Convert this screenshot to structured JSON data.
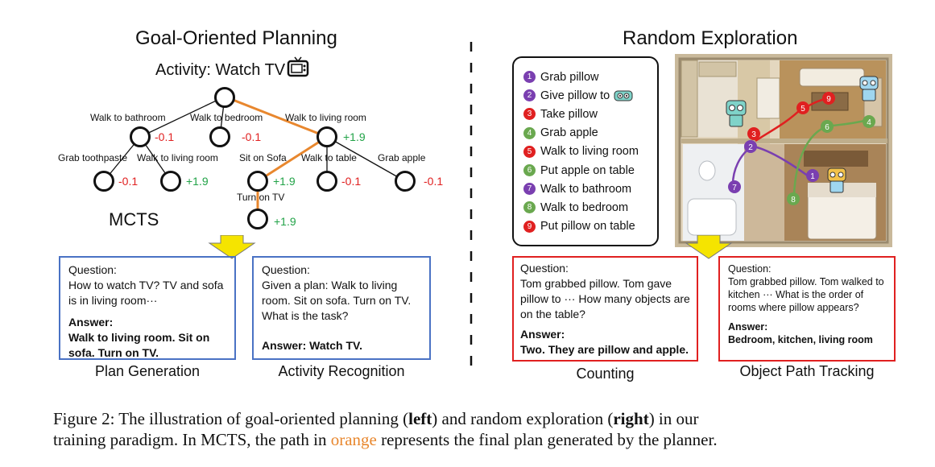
{
  "left": {
    "title": "Goal-Oriented Planning",
    "activity": "Activity: Watch TV",
    "tv_icon": "tv-icon",
    "mcts_label": "MCTS",
    "edges": {
      "walk_bathroom": "Walk to bathroom",
      "walk_bedroom": "Walk to bedroom",
      "walk_living": "Walk to living room",
      "grab_toothpaste": "Grab toothpaste",
      "walk_living2": "Walk to living room",
      "sit_sofa": "Sit on Sofa",
      "walk_table": "Walk to table",
      "grab_apple": "Grab apple",
      "turn_tv": "Turn on TV"
    },
    "scores": {
      "bathroom": "-0.1",
      "bedroom": "-0.1",
      "living": "+1.9",
      "toothpaste": "-0.1",
      "living2": "+1.9",
      "sofa": "+1.9",
      "table": "-0.1",
      "apple": "-0.1",
      "tv": "+1.9"
    },
    "plan_box": {
      "question_label": "Question:",
      "question": "How to watch TV? TV and sofa is in living room···",
      "answer_label": "Answer:",
      "answer": "Walk to living room. Sit on sofa. Turn on TV."
    },
    "plan_caption": "Plan Generation",
    "act_box": {
      "question_label": "Question:",
      "question": "Given a plan: Walk to living room. Sit on sofa. Turn on TV. What is the task?",
      "answer": "Answer: Watch TV."
    },
    "act_caption": "Activity Recognition"
  },
  "right": {
    "title": "Random Exploration",
    "legend": [
      {
        "num": "1",
        "text": "Grab pillow",
        "color": "#7a3fb0"
      },
      {
        "num": "2",
        "text": "Give pillow to",
        "color": "#7a3fb0"
      },
      {
        "num": "3",
        "text": "Take pillow",
        "color": "#e02020"
      },
      {
        "num": "4",
        "text": "Grab apple",
        "color": "#6aa84f"
      },
      {
        "num": "5",
        "text": "Walk to living room",
        "color": "#e02020"
      },
      {
        "num": "6",
        "text": "Put apple on table",
        "color": "#6aa84f"
      },
      {
        "num": "7",
        "text": "Walk to bathroom",
        "color": "#7a3fb0"
      },
      {
        "num": "8",
        "text": "Walk to bedroom",
        "color": "#6aa84f"
      },
      {
        "num": "9",
        "text": "Put pillow on table",
        "color": "#e02020"
      }
    ],
    "count_box": {
      "question_label": "Question:",
      "question": "Tom grabbed pillow. Tom gave pillow to ··· How many objects are on the table?",
      "answer_label": "Answer:",
      "answer": "Two. They are pillow and apple."
    },
    "count_caption": "Counting",
    "track_box": {
      "question_label": "Question:",
      "question": "Tom grabbed pillow. Tom walked to kitchen ··· What is the order of rooms where pillow appears?",
      "answer_label": "Answer:",
      "answer": "Bedroom, kitchen, living room"
    },
    "track_caption": "Object Path Tracking"
  },
  "caption": {
    "prefix": "Figure 2: The illustration of goal-oriented planning (",
    "left_word": "left",
    "middle": ") and random exploration (",
    "right_word": "right",
    "suffix1": ") in our",
    "line2_a": "training paradigm. In MCTS, the path in ",
    "orange_word": "orange",
    "line2_b": " represents the final plan generated by the planner."
  },
  "colors": {
    "orange": "#e8872e",
    "blue_box": "#4a72c4",
    "red_box": "#e02020",
    "positive": "#22a348",
    "negative": "#e02020",
    "arrow_yellow": "#f5e400"
  }
}
